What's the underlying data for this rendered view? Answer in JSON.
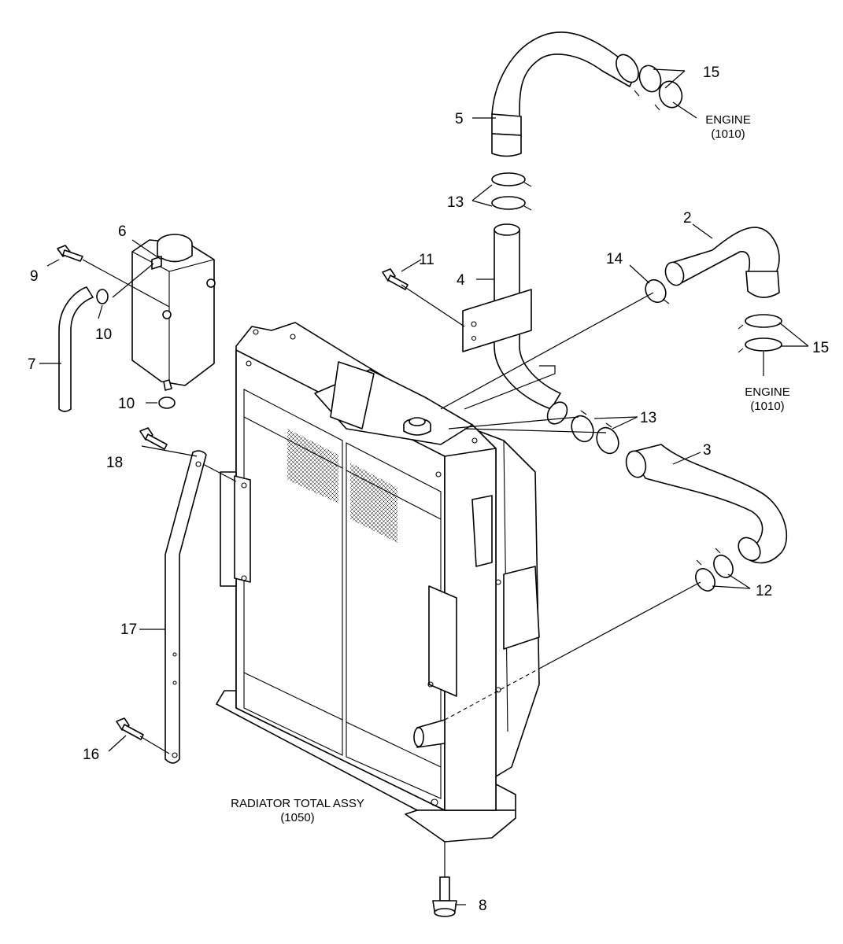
{
  "diagram": {
    "part_numbers": {
      "p2": "2",
      "p3": "3",
      "p4": "4",
      "p5": "5",
      "p6": "6",
      "p7": "7",
      "p8": "8",
      "p9": "9",
      "p10a": "10",
      "p10b": "10",
      "p11": "11",
      "p12": "12",
      "p13a": "13",
      "p13b": "13",
      "p14": "14",
      "p15a": "15",
      "p15b": "15",
      "p16": "16",
      "p17": "17",
      "p18": "18"
    },
    "notes": {
      "engine_top_name": "ENGINE",
      "engine_top_ref": "(1010)",
      "engine_right_name": "ENGINE",
      "engine_right_ref": "(1010)",
      "radiator_name": "RADIATOR TOTAL ASSY",
      "radiator_ref": "(1050)"
    }
  }
}
